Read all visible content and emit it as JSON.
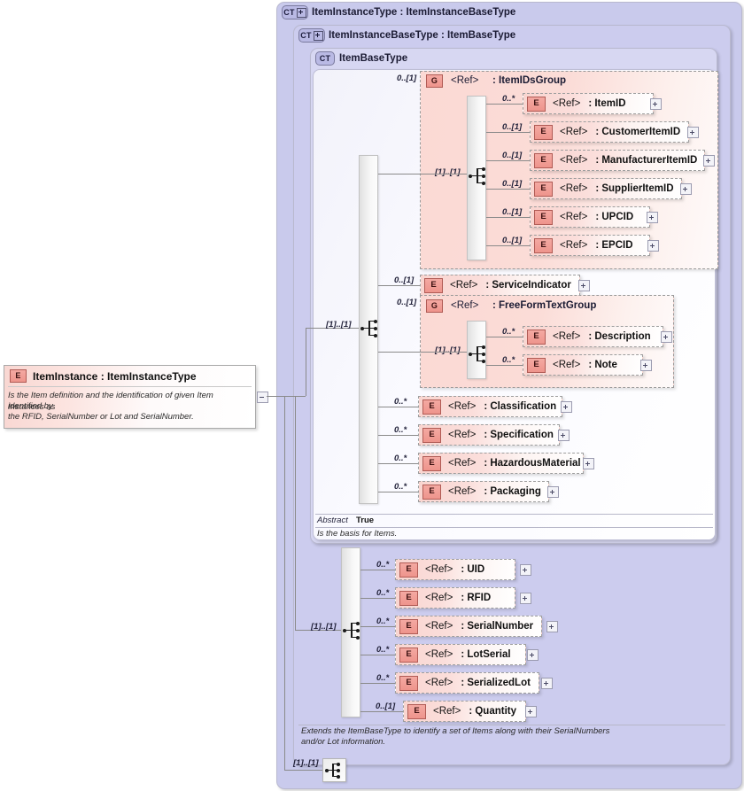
{
  "diagram": {
    "kind": "xsd-schema-diagram",
    "root_element": {
      "badge": "E",
      "title": "ItemInstance : ItemInstanceType",
      "documentation": "Is the Item definition and the identification of given Item Instances as identified by\nthe RFID, SerialNumber or Lot and SerialNumber.",
      "doc_line1": "Is the Item definition and the identification of given Item Instances as",
      "doc_line2": "identified by",
      "doc_line3": "the RFID, SerialNumber or Lot and SerialNumber.",
      "expander": "minus-expander"
    },
    "containers": [
      {
        "badge": "CT",
        "badge_plus": true,
        "title": "ItemInstanceType : ItemInstanceBaseType"
      },
      {
        "badge": "CT",
        "badge_plus": true,
        "title": "ItemInstanceBaseType : ItemBaseType"
      },
      {
        "badge": "CT",
        "badge_plus": false,
        "title": "ItemBaseType"
      }
    ],
    "base_type_sequence_cardinality": "[1]..[1]",
    "instance_sequence_cardinality": "[1]..[1]",
    "outer_sequence_cardinality": "[1]..[1]",
    "groups": [
      {
        "badge": "G",
        "ref": "<Ref>",
        "name": ": ItemIDsGroup",
        "cardinality": "0..[1]",
        "inner_sequence_cardinality": "[1]..[1]",
        "children": [
          {
            "badge": "E",
            "ref": "<Ref>",
            "name": ": ItemID",
            "cardinality": "0..*"
          },
          {
            "badge": "E",
            "ref": "<Ref>",
            "name": ": CustomerItemID",
            "cardinality": "0..[1]"
          },
          {
            "badge": "E",
            "ref": "<Ref>",
            "name": ": ManufacturerItemID",
            "cardinality": "0..[1]"
          },
          {
            "badge": "E",
            "ref": "<Ref>",
            "name": ": SupplierItemID",
            "cardinality": "0..[1]"
          },
          {
            "badge": "E",
            "ref": "<Ref>",
            "name": ": UPCID",
            "cardinality": "0..[1]"
          },
          {
            "badge": "E",
            "ref": "<Ref>",
            "name": ": EPCID",
            "cardinality": "0..[1]"
          }
        ]
      },
      {
        "badge": "G",
        "ref": "<Ref>",
        "name": ": FreeFormTextGroup",
        "cardinality": "0..[1]",
        "inner_sequence_cardinality": "[1]..[1]",
        "children": [
          {
            "badge": "E",
            "ref": "<Ref>",
            "name": ": Description",
            "cardinality": "0..*"
          },
          {
            "badge": "E",
            "ref": "<Ref>",
            "name": ": Note",
            "cardinality": "0..*"
          }
        ]
      }
    ],
    "base_type_elements": [
      {
        "badge": "E",
        "ref": "<Ref>",
        "name": ": ServiceIndicator",
        "cardinality": "0..[1]"
      },
      {
        "badge": "E",
        "ref": "<Ref>",
        "name": ": Classification",
        "cardinality": "0..*"
      },
      {
        "badge": "E",
        "ref": "<Ref>",
        "name": ": Specification",
        "cardinality": "0..*"
      },
      {
        "badge": "E",
        "ref": "<Ref>",
        "name": ": HazardousMaterial",
        "cardinality": "0..*"
      },
      {
        "badge": "E",
        "ref": "<Ref>",
        "name": ": Packaging",
        "cardinality": "0..*"
      }
    ],
    "instance_elements": [
      {
        "badge": "E",
        "ref": "<Ref>",
        "name": ": UID",
        "cardinality": "0..*"
      },
      {
        "badge": "E",
        "ref": "<Ref>",
        "name": ": RFID",
        "cardinality": "0..*"
      },
      {
        "badge": "E",
        "ref": "<Ref>",
        "name": ": SerialNumber",
        "cardinality": "0..*"
      },
      {
        "badge": "E",
        "ref": "<Ref>",
        "name": ": LotSerial",
        "cardinality": "0..*"
      },
      {
        "badge": "E",
        "ref": "<Ref>",
        "name": ": SerializedLot",
        "cardinality": "0..*"
      },
      {
        "badge": "E",
        "ref": "<Ref>",
        "name": ": Quantity",
        "cardinality": "0..[1]"
      }
    ],
    "base_type_annotation": {
      "key": "Abstract",
      "value": "True",
      "documentation": "Is the basis for Items."
    },
    "instance_annotation": {
      "doc_line1": "Extends the ItemBaseType to identify a set of Items along with their SerialNumbers",
      "doc_line2": "and/or Lot information."
    }
  }
}
